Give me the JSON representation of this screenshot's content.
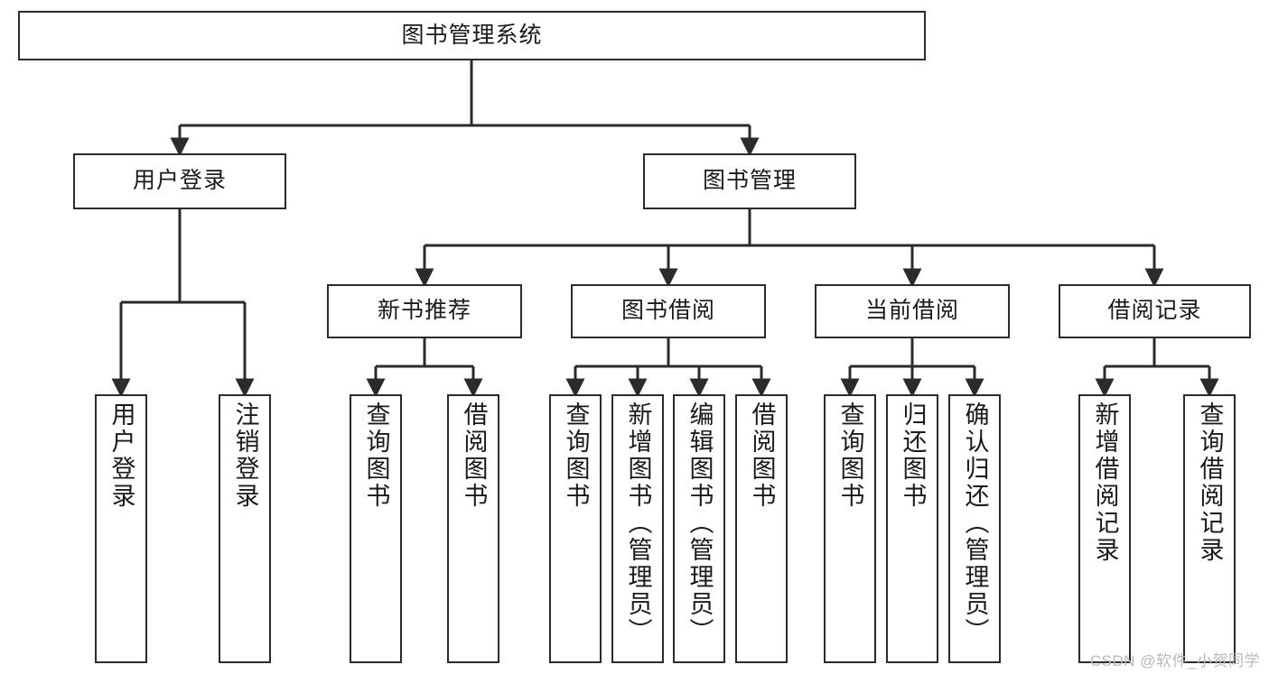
{
  "diagram": {
    "type": "tree-hierarchy-chart",
    "title": "图书管理系统",
    "stroke_color": "#2b2b2b",
    "fill_color": "#ffffff",
    "text_color": "#1a1a1a"
  },
  "root": {
    "label": "图书管理系统"
  },
  "level2": [
    {
      "id": "user-login",
      "label": "用户登录"
    },
    {
      "id": "book-management",
      "label": "图书管理"
    }
  ],
  "level3": [
    {
      "id": "new-book-recommend",
      "label": "新书推荐"
    },
    {
      "id": "book-borrow",
      "label": "图书借阅"
    },
    {
      "id": "current-borrow",
      "label": "当前借阅"
    },
    {
      "id": "borrow-record",
      "label": "借阅记录"
    }
  ],
  "leaves": {
    "user_login": [
      {
        "id": "leaf-user-login",
        "label": "用户登录"
      },
      {
        "id": "leaf-logout",
        "label": "注销登录"
      }
    ],
    "new_book_recommend": [
      {
        "id": "leaf-query-book-1",
        "label": "查询图书"
      },
      {
        "id": "leaf-borrow-book-1",
        "label": "借阅图书"
      }
    ],
    "book_borrow": [
      {
        "id": "leaf-query-book-2",
        "label": "查询图书"
      },
      {
        "id": "leaf-add-book",
        "label": "新增图书（管理员）"
      },
      {
        "id": "leaf-edit-book",
        "label": "编辑图书（管理员）"
      },
      {
        "id": "leaf-borrow-book-2",
        "label": "借阅图书"
      }
    ],
    "current_borrow": [
      {
        "id": "leaf-query-book-3",
        "label": "查询图书"
      },
      {
        "id": "leaf-return-book",
        "label": "归还图书"
      },
      {
        "id": "leaf-confirm-return",
        "label": "确认归还（管理员）"
      }
    ],
    "borrow_record": [
      {
        "id": "leaf-add-record",
        "label": "新增借阅记录"
      },
      {
        "id": "leaf-query-record",
        "label": "查询借阅记录"
      }
    ]
  },
  "watermark": {
    "text": "CSDN @软件_小贺同学"
  }
}
